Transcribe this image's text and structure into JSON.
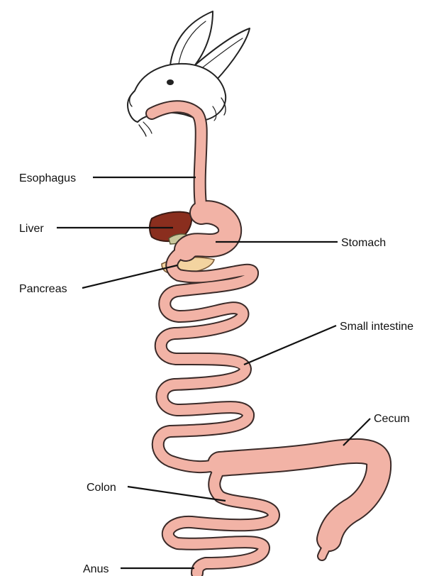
{
  "labels": {
    "esophagus": "Esophagus",
    "liver": "Liver",
    "stomach": "Stomach",
    "pancreas": "Pancreas",
    "small_intestine": "Small intestine",
    "cecum": "Cecum",
    "colon": "Colon",
    "anus": "Anus"
  },
  "colors": {
    "tract_fill": "#f2b3a6",
    "tract_outline": "#3a2a28",
    "liver": "#8a2e1e",
    "pancreas": "#f3d4a0",
    "gallbladder": "#c9c79c"
  },
  "icons": {
    "animal": "rabbit-head"
  }
}
